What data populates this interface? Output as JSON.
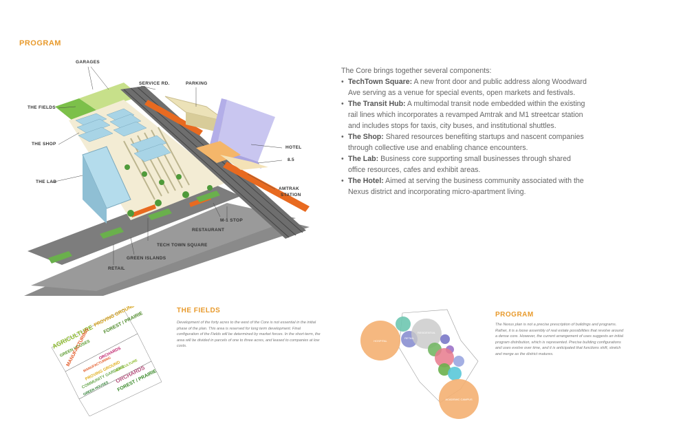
{
  "program": {
    "title": "PROGRAM",
    "intro": "The Core brings together several components:",
    "items": [
      {
        "name": "TechTown Square:",
        "text": " A new front door and public address along Woodward Ave serving as a venue for special events, open markets and festivals."
      },
      {
        "name": "The Transit Hub:",
        "text": " A multimodal transit node embedded within the existing rail lines which incorporates a revamped Amtrak and M1 streetcar station and includes stops for taxis, city buses, and institutional shuttles."
      },
      {
        "name": "The Shop:",
        "text": " Shared resources benefiting startups and nascent companies through collective use and enabling chance encounters."
      },
      {
        "name": "The Lab:",
        "text": " Business core supporting small businesses through shared office resources, cafes and exhibit areas."
      },
      {
        "name": "The Hotel:",
        "text": " Aimed at serving the business community associated with the Nexus district and incorporating micro-apartment living."
      }
    ]
  },
  "callouts": {
    "garages": "GARAGES",
    "service_rd": "SERVICE RD.",
    "parking": "PARKING",
    "the_fields": "THE FIELDS",
    "the_shop": "THE SHOP",
    "the_lab": "THE LAB",
    "hotel": "HOTEL",
    "b5": "8.5",
    "amtrak": "AMTRAK",
    "station": "STATION",
    "restaurant": "RESTAURANT",
    "m1_stop": "M-1 STOP",
    "tech_town_square": "TECH TOWN SQUARE",
    "green_islands": "GREEN ISLANDS",
    "retail": "RETAIL"
  },
  "fields": {
    "title": "THE FIELDS",
    "text": "Development of the forty acres to the west of the Core is not essential in the initial phase of the plan. This area is reserved for long term development. Final configuration of the Fields will be determined by market forces. In the short-term, the area will be divided in parcels of one to three acres, and leased to companies at low costs.",
    "words": [
      "AGRICULTURE",
      "GREEN HOUSES",
      "PROVING GROUND",
      "FOREST / PRAIRIE",
      "MANUFACTURING",
      "ORCHARDS",
      "COMMUNITY GARDENS",
      "GREEN HOUSES",
      "PROVING GROUND",
      "ORCHARDS",
      "FOREST / PRAIRIE",
      "MANUFACTURING",
      "AGRICULTURE"
    ]
  },
  "program2": {
    "title": "PROGRAM",
    "text": "The Nexus plan is not a precise prescription of buildings and programs. Rather, it is a loose assembly of real estate possibilities that revolve around a dense core. However, the current arrangement of uses suggests an initial program distribution, which is represented. Precise building configurations and uses evolve over time, and it is anticipated that functions shift, stretch and merge as the district matures.",
    "bubbles": [
      "HOSPITAL",
      "RESIDENTIAL",
      "RETAIL",
      "ACADEMIC CAMPUS"
    ]
  },
  "colors": {
    "accent": "#e89a2c",
    "green": "#6ab04c",
    "blue": "#a8d4e6",
    "hotel": "#c9c6f0",
    "orange": "#f0a050"
  }
}
